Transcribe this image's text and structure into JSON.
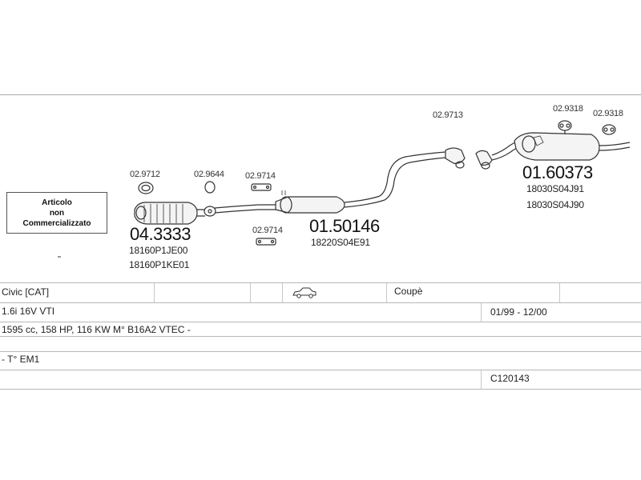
{
  "not_sold_box": {
    "line1": "Articolo",
    "line2": "non",
    "line3": "Commercializzato"
  },
  "parts": {
    "gasket1": "02.9712",
    "gasket2": "02.9644",
    "bracket1": "02.9714",
    "bracket2": "02.9714",
    "clamp_mid": "02.9713",
    "hanger1": "02.9318",
    "hanger2": "02.9318"
  },
  "main_parts": {
    "catalyst": {
      "code": "04.3333",
      "oe": [
        "18160P1JE00",
        "18160P1KE01"
      ]
    },
    "middle": {
      "code": "01.50146",
      "oe": [
        "18220S04E91"
      ]
    },
    "rear": {
      "code": "01.60373",
      "oe": [
        "18030S04J91",
        "18030S04J90"
      ]
    }
  },
  "vehicle": {
    "model": "Civic  [CAT]",
    "body": "Coupè",
    "engine": "1.6i 16V VTI",
    "years": "01/99 - 12/00",
    "spec": "1595 cc, 158 HP, 116 KW M° B16A2 VTEC -",
    "type": "- T° EM1",
    "ref": "C120143"
  },
  "icons": {
    "car": "car-icon"
  }
}
